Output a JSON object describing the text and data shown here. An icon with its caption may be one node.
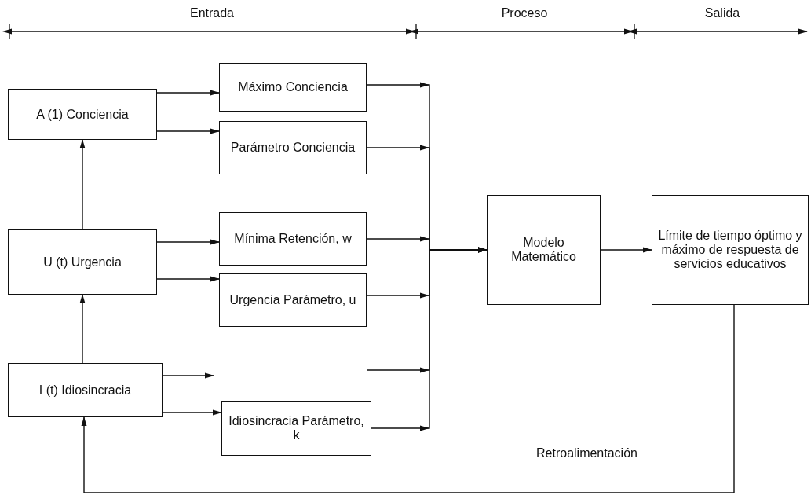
{
  "diagram": {
    "nodes": [
      {
        "text": [
          "A (1) Conciencia"
        ]
      },
      {
        "text": [
          "U (t) Urgencia"
        ]
      },
      {
        "text": [
          "I (t) Idiosincracia"
        ]
      },
      {
        "text": [
          "Máximo Conciencia"
        ]
      },
      {
        "text": [
          "Parámetro Conciencia"
        ]
      },
      {
        "text": [
          "Mínima Retención, w"
        ]
      },
      {
        "text": [
          "Urgencia Parámetro, u"
        ]
      },
      {
        "text": [
          "Idiosincracia Parámetro, k"
        ]
      },
      {
        "text": [
          "Modelo Matemático"
        ]
      },
      {
        "text": [
          "Límite de tiempo óptimo y máximo de respuesta de servicios educativos"
        ]
      }
    ],
    "edges": [
      {
        "from": 0,
        "to": 3,
        "arrow": "to"
      },
      {
        "from": 0,
        "to": 4,
        "arrow": "to"
      },
      {
        "from": 1,
        "to": 0,
        "arrow": "to"
      },
      {
        "from": 1,
        "to": 5,
        "arrow": "to"
      },
      {
        "from": 1,
        "to": 6,
        "arrow": "to"
      },
      {
        "from": 2,
        "to": 1,
        "arrow": "to"
      },
      {
        "from": 2,
        "to": null,
        "arrow": "to"
      },
      {
        "from": 2,
        "to": 7,
        "arrow": "to"
      },
      {
        "from": 3,
        "to": 8,
        "arrow": "to"
      },
      {
        "from": 4,
        "to": 8,
        "arrow": "to"
      },
      {
        "from": 5,
        "to": 8,
        "arrow": "to"
      },
      {
        "from": 6,
        "to": 8,
        "arrow": "to"
      },
      {
        "from": null,
        "to": 8,
        "arrow": "to"
      },
      {
        "from": 7,
        "to": 8,
        "arrow": "to"
      },
      {
        "from": 8,
        "to": 9,
        "arrow": "to"
      },
      {
        "from": 9,
        "to": 2,
        "arrow": "to",
        "label": "Retroalimentación"
      }
    ],
    "labels": [
      "Entrada",
      "Proceso",
      "Salida"
    ]
  }
}
